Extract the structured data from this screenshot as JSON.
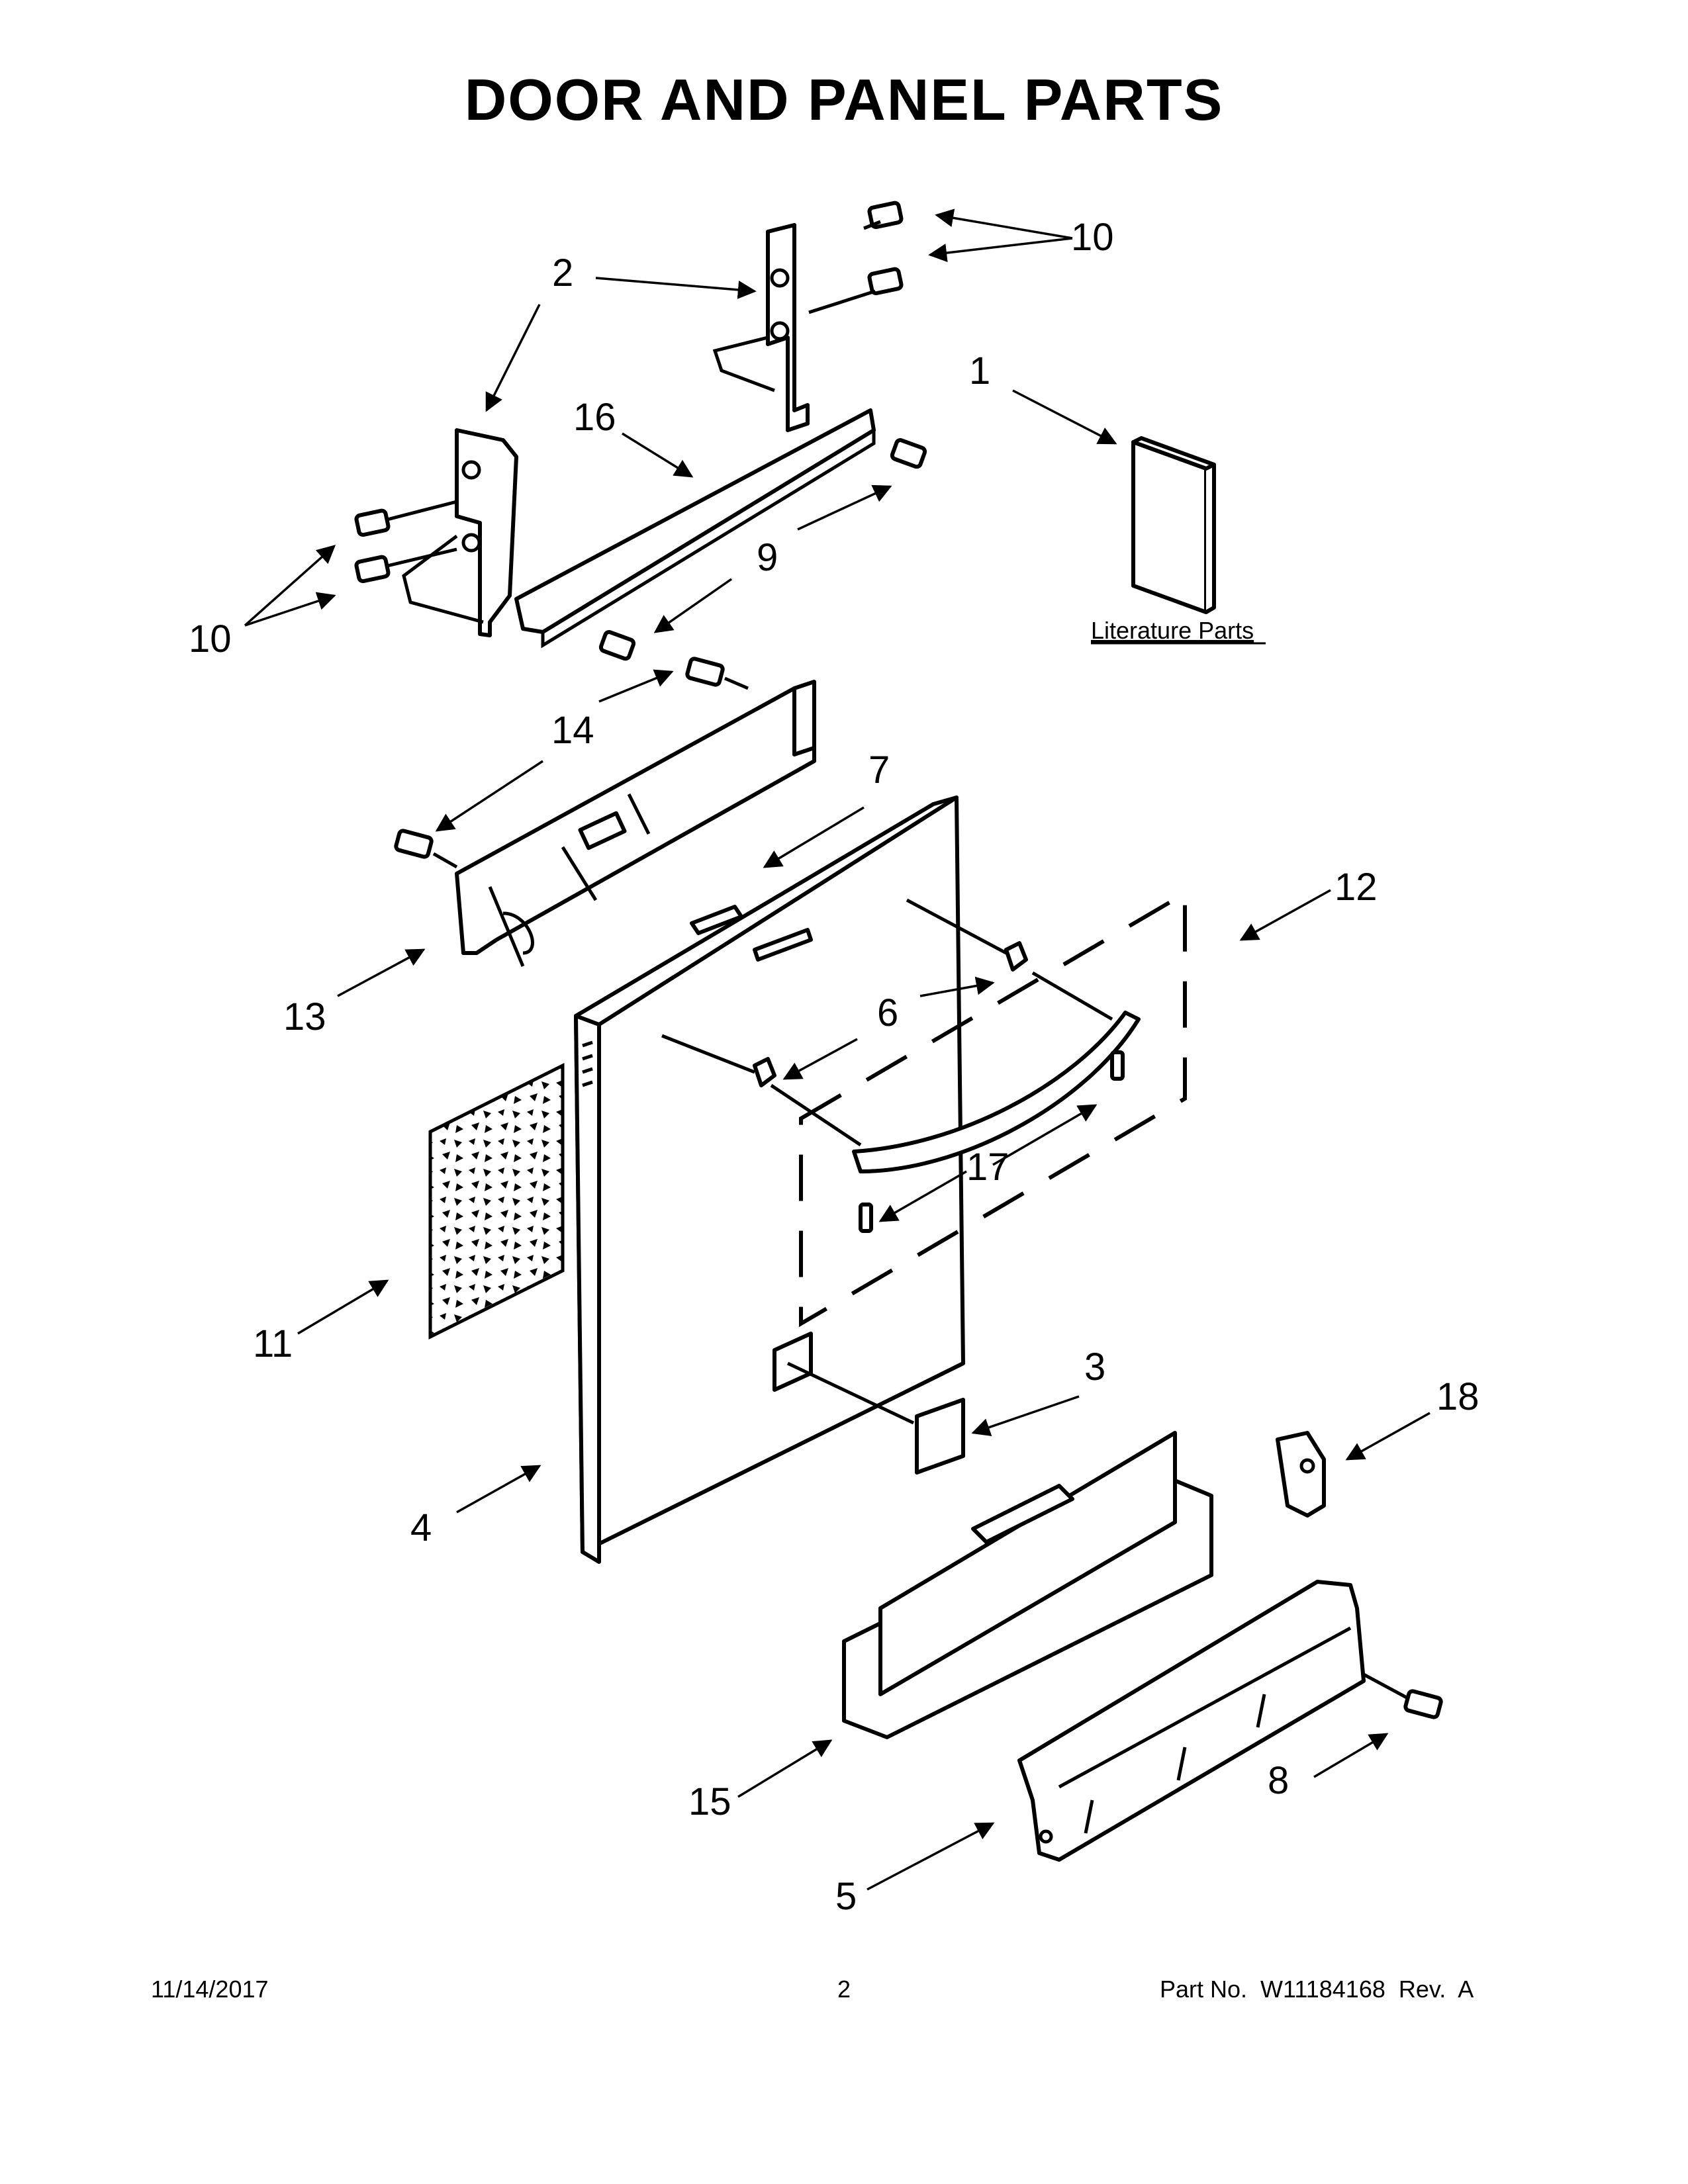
{
  "title": "DOOR AND PANEL PARTS",
  "literature_label": "Literature Parts",
  "callouts": {
    "c1": "1",
    "c2": "2",
    "c3": "3",
    "c4": "4",
    "c5": "5",
    "c6": "6",
    "c7": "7",
    "c8": "8",
    "c9": "9",
    "c10a": "10",
    "c10b": "10",
    "c11": "11",
    "c12": "12",
    "c13": "13",
    "c14": "14",
    "c15": "15",
    "c16": "16",
    "c17": "17",
    "c18": "18"
  },
  "footer": {
    "date": "11/14/2017",
    "page": "2",
    "part": "Part No.  W11184168  Rev.  A"
  }
}
